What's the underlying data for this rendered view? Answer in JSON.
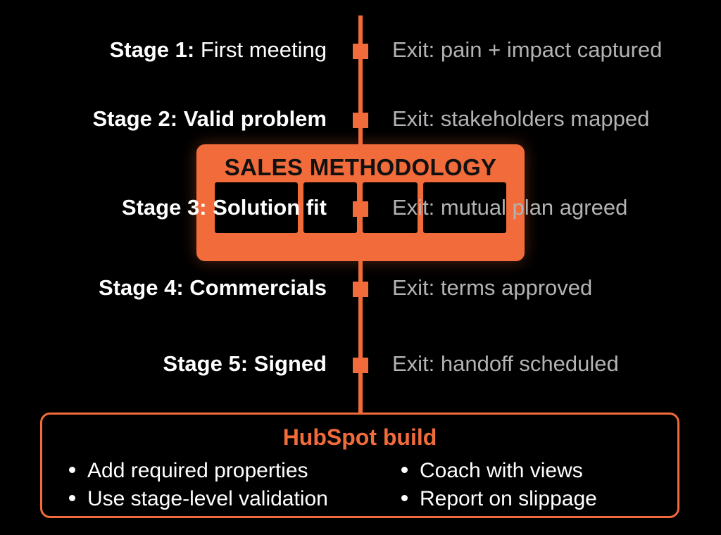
{
  "method_panel": {
    "title": "SALES METHODOLOGY"
  },
  "stages": [
    {
      "label": "Stage 1:",
      "name": "First meeting",
      "exit": "Exit: pain + impact captured"
    },
    {
      "label": "Stage 2:",
      "name": "Valid problem",
      "exit": "Exit: stakeholders mapped"
    },
    {
      "label": "Stage 3:",
      "name": "Solution fit",
      "exit": "Exit: mutual plan agreed"
    },
    {
      "label": "Stage 4:",
      "name": "Commercials",
      "exit": "Exit: terms approved"
    },
    {
      "label": "Stage 5:",
      "name": "Signed",
      "exit": "Exit: handoff scheduled"
    }
  ],
  "build": {
    "title": "HubSpot build",
    "left_items": [
      "Add required properties",
      "Use stage-level validation"
    ],
    "right_items": [
      "Coach with views",
      "Report on slippage"
    ]
  },
  "colors": {
    "accent": "#f26b3a",
    "background": "#000000",
    "exit_text": "#b3b3b3"
  }
}
